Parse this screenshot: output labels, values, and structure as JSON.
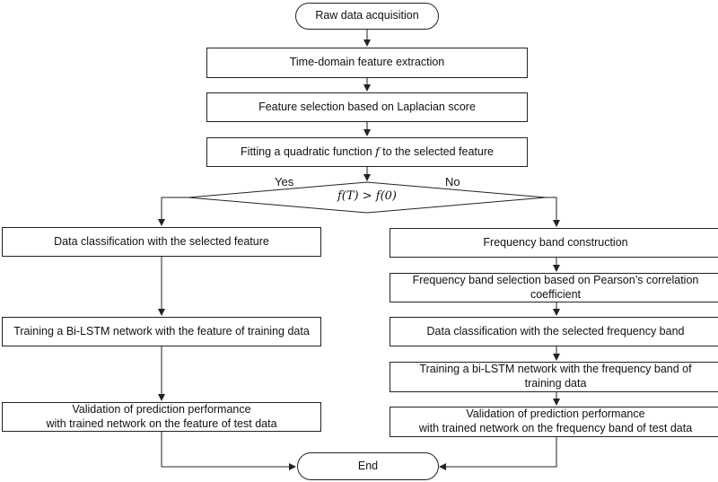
{
  "nodes": {
    "start": "Raw data acquisition",
    "feature_extraction": "Time-domain feature extraction",
    "feature_selection": "Feature selection based on Laplacian score",
    "fitting_prefix": "Fitting a quadratic function",
    "fitting_symbol": "f",
    "fitting_suffix": "to the selected feature",
    "decision": "f(T) > f(0)",
    "left_classification": "Data classification with the selected feature",
    "left_training": "Training a Bi-LSTM network with the feature of training data",
    "left_validation_line1": "Validation of prediction performance",
    "left_validation_line2": "with trained network on the feature of test data",
    "right_band_construction": "Frequency band construction",
    "right_band_selection_line1": "Frequency band selection based on Pearson’s correlation",
    "right_band_selection_line2": "coefficient",
    "right_classification": "Data classification with the selected frequency band",
    "right_training_line1": "Training a bi-LSTM network with the frequency band of",
    "right_training_line2": "training data",
    "right_validation_line1": "Validation of prediction performance",
    "right_validation_line2": "with trained network on the frequency band of test data",
    "end": "End"
  },
  "edge_labels": {
    "yes": "Yes",
    "no": "No"
  }
}
